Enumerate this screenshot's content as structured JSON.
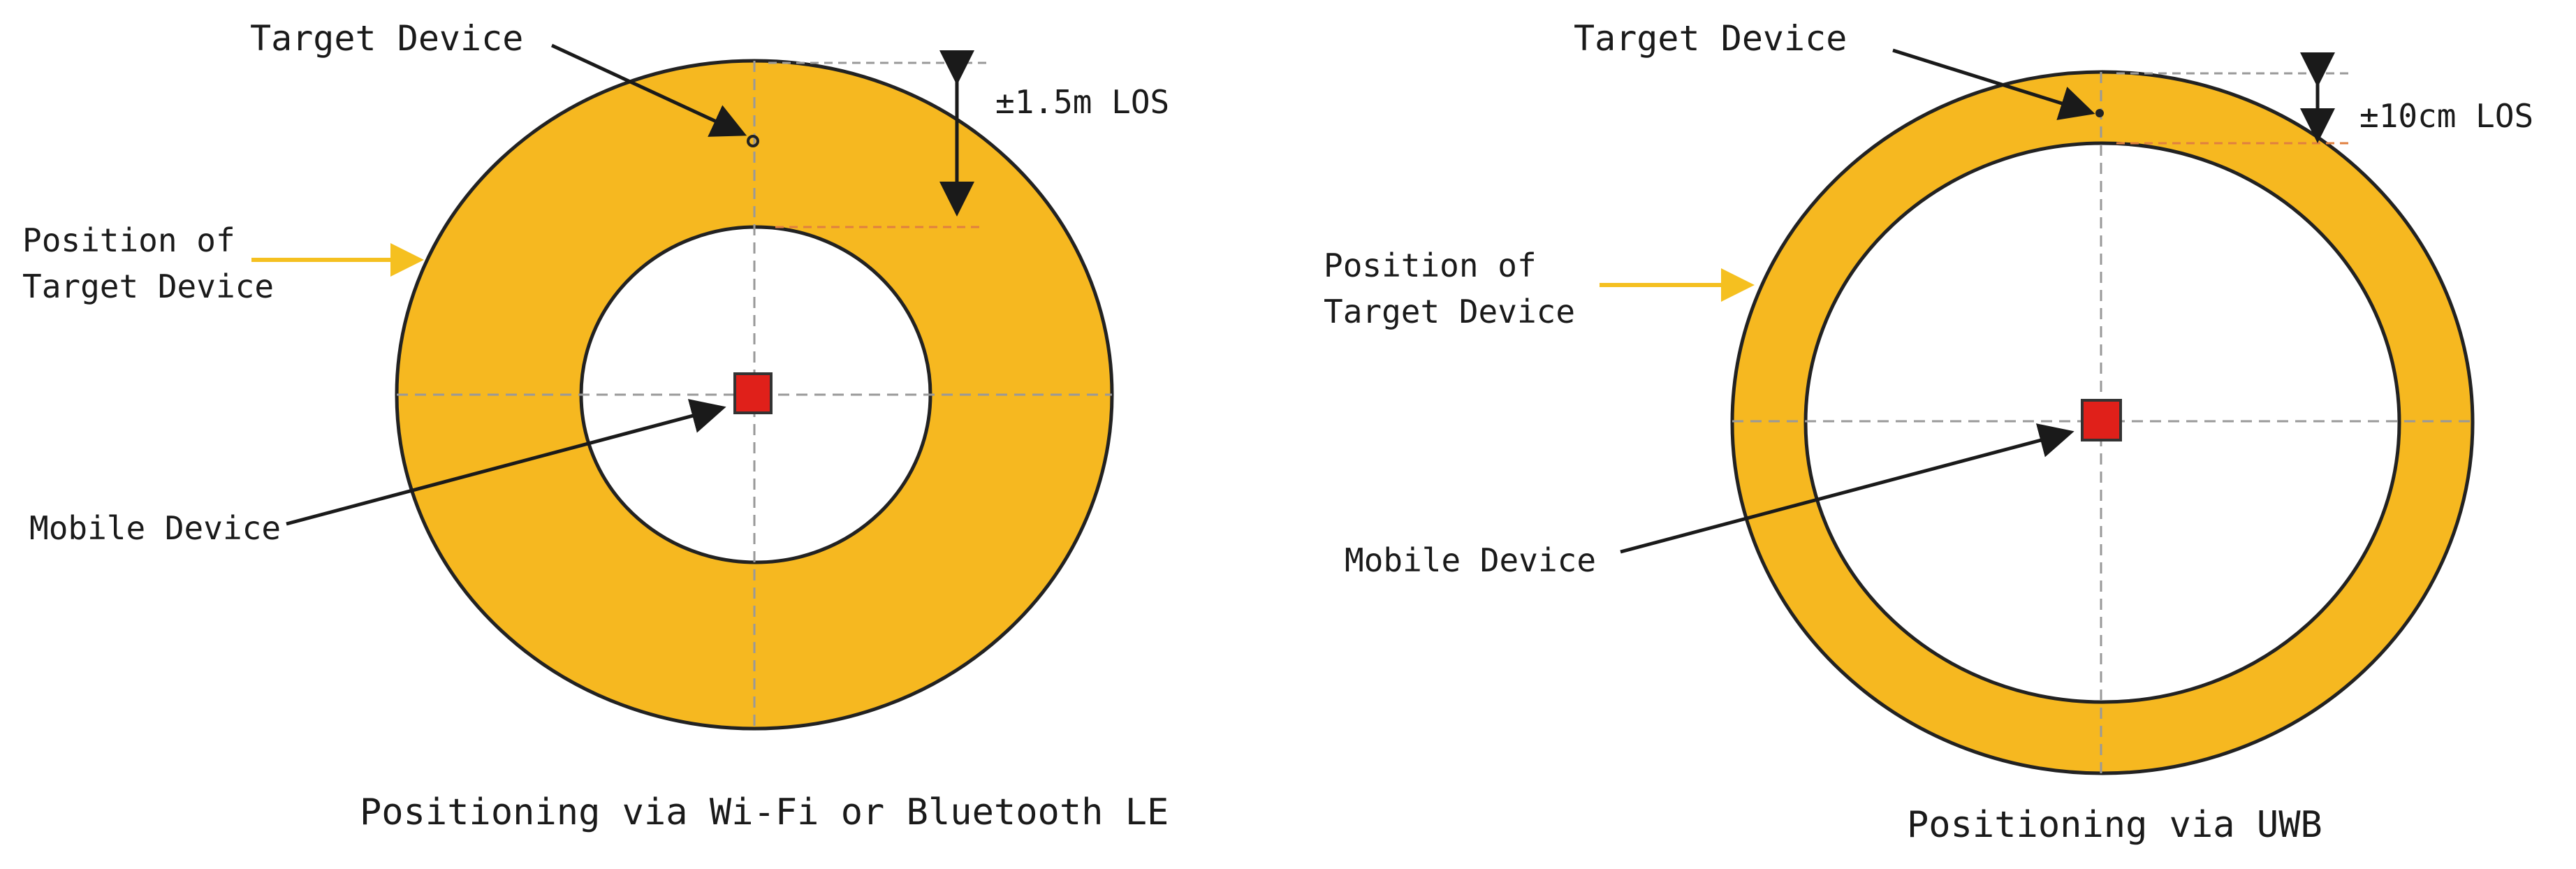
{
  "colors": {
    "ring": "#f6b820",
    "outline": "#222222",
    "center": "#e0201a",
    "pointer": "#f5c020",
    "guide": "#999999",
    "guide_orange": "#e08040"
  },
  "panels": [
    {
      "target_label": "Target Device",
      "accuracy_label": "±1.5m LOS",
      "position_label_line1": "Position of",
      "position_label_line2": "Target Device",
      "mobile_label": "Mobile Device",
      "caption": "Positioning via Wi-Fi or Bluetooth LE"
    },
    {
      "target_label": "Target Device",
      "accuracy_label": "±10cm LOS",
      "position_label_line1": "Position of",
      "position_label_line2": "Target Device",
      "mobile_label": "Mobile Device",
      "caption": "Positioning via UWB"
    }
  ]
}
